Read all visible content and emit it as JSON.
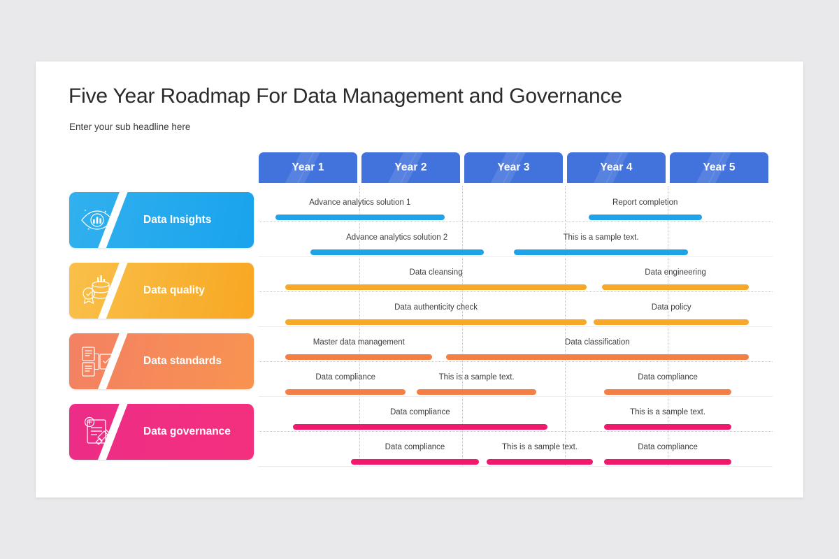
{
  "slide": {
    "title": "Five Year Roadmap For Data Management and Governance",
    "subtitle": "Enter your sub headline here"
  },
  "timeline": {
    "header_color": "#4272dc",
    "columns": [
      {
        "label": "Year 1"
      },
      {
        "label": "Year 2"
      },
      {
        "label": "Year 3"
      },
      {
        "label": "Year 4"
      },
      {
        "label": "Year 5"
      }
    ]
  },
  "categories": [
    {
      "name": "Data Insights",
      "icon": "eye-chart-icon",
      "color_from": "#32b0ef",
      "color_to": "#19a3ec",
      "bar_color": "#1fa3e8"
    },
    {
      "name": "Data quality",
      "icon": "database-badge-icon",
      "color_from": "#f9c04a",
      "color_to": "#f8a723",
      "bar_color": "#f7a829"
    },
    {
      "name": "Data standards",
      "icon": "documents-check-icon",
      "color_from": "#f38163",
      "color_to": "#f89350",
      "bar_color": "#f47e44"
    },
    {
      "name": "Data governance",
      "icon": "certificate-gavel-icon",
      "color_from": "#ec2c86",
      "color_to": "#f4307e",
      "bar_color": "#f2186e"
    }
  ],
  "chart_data": {
    "type": "bar",
    "title": "Five Year Roadmap For Data Management and Governance",
    "xlabel": "",
    "ylabel": "",
    "categories": [
      "Year 1",
      "Year 2",
      "Year 3",
      "Year 4",
      "Year 5"
    ],
    "grid": true,
    "legend": "none",
    "xlim": [
      0,
      5
    ],
    "series": [
      {
        "name": "Data Insights",
        "color": "#1fa3e8",
        "tasks": [
          {
            "label": "Advance analytics solution 1",
            "row": 0,
            "start": 0.16,
            "end": 1.81
          },
          {
            "label": "Report completion",
            "row": 0,
            "start": 3.21,
            "end": 4.31
          },
          {
            "label": "Advance analytics solution 2",
            "row": 1,
            "start": 0.5,
            "end": 2.19
          },
          {
            "label": "This is a sample text.",
            "row": 1,
            "start": 2.48,
            "end": 4.18
          }
        ]
      },
      {
        "name": "Data quality",
        "color": "#f7a829",
        "tasks": [
          {
            "label": "Data cleansing",
            "row": 0,
            "start": 0.26,
            "end": 3.19
          },
          {
            "label": "Data engineering",
            "row": 0,
            "start": 3.34,
            "end": 4.77
          },
          {
            "label": "Data authenticity check",
            "row": 1,
            "start": 0.26,
            "end": 3.19
          },
          {
            "label": "Data policy",
            "row": 1,
            "start": 3.26,
            "end": 4.77
          }
        ]
      },
      {
        "name": "Data standards",
        "color": "#f47e44",
        "tasks": [
          {
            "label": "Master data management",
            "row": 0,
            "start": 0.26,
            "end": 1.69
          },
          {
            "label": "Data classification",
            "row": 0,
            "start": 1.82,
            "end": 4.77
          },
          {
            "label": "Data compliance",
            "row": 1,
            "start": 0.26,
            "end": 1.43
          },
          {
            "label": "This is a sample text.",
            "row": 1,
            "start": 1.54,
            "end": 2.7
          },
          {
            "label": "Data compliance",
            "row": 1,
            "start": 3.36,
            "end": 4.6
          }
        ]
      },
      {
        "name": "Data governance",
        "color": "#f2186e",
        "tasks": [
          {
            "label": "Data compliance",
            "row": 0,
            "start": 0.33,
            "end": 2.81
          },
          {
            "label": "This is a sample text.",
            "row": 0,
            "start": 3.36,
            "end": 4.6
          },
          {
            "label": "Data compliance",
            "row": 1,
            "start": 0.9,
            "end": 2.14
          },
          {
            "label": "This is a sample text.",
            "row": 1,
            "start": 2.22,
            "end": 3.25
          },
          {
            "label": "Data compliance",
            "row": 1,
            "start": 3.36,
            "end": 4.6
          }
        ]
      }
    ]
  }
}
